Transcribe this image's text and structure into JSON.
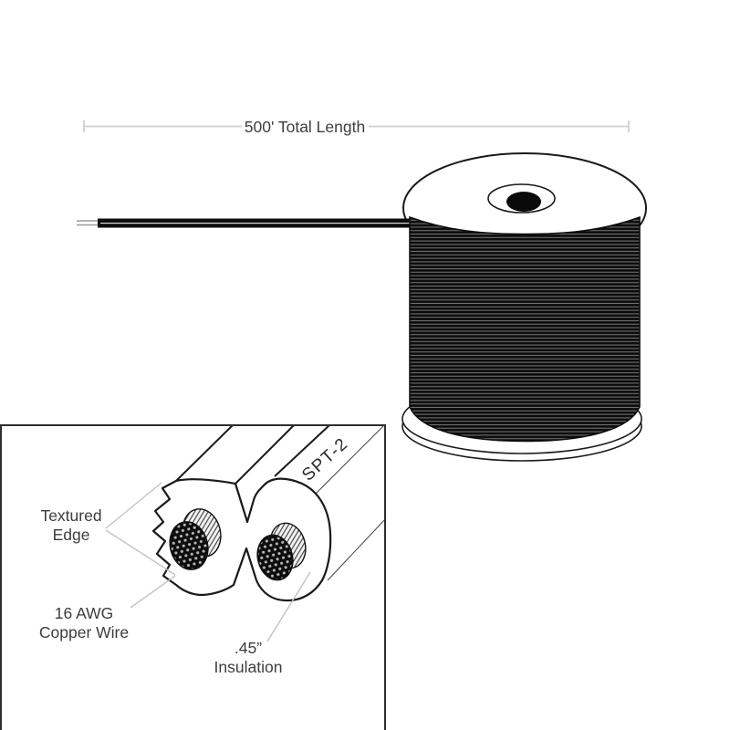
{
  "dimension": {
    "label": "500' Total Length"
  },
  "inset": {
    "wire_type_label": "SPT-2",
    "textured_edge": {
      "line1": "Textured",
      "line2": "Edge"
    },
    "copper": {
      "line1": "16 AWG",
      "line2": "Copper Wire"
    },
    "insulation": {
      "line1": ".45”",
      "line2": "Insulation"
    }
  },
  "colors": {
    "background": "#ffffff",
    "line_art": "#1a1a1a",
    "coil_black": "#0c0c0c",
    "coil_stripe_gray": "#707070",
    "leader_gray": "#c3c3c3",
    "dimension_gray": "#cfcfcf",
    "text_gray": "#3d3d3d",
    "strand_dot_gray": "#b4b4b4"
  }
}
